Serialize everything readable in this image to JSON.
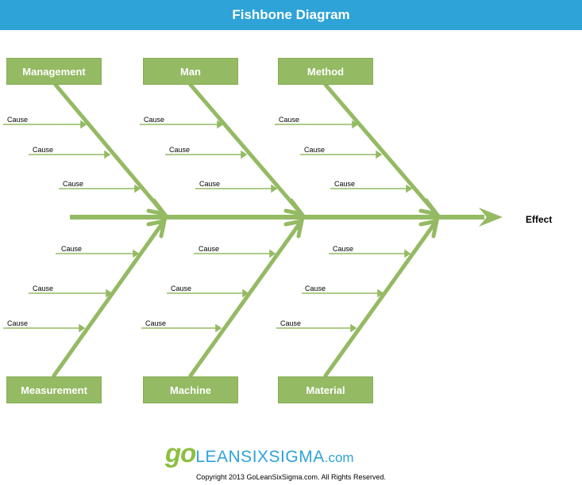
{
  "title": "Fishbone Diagram",
  "effect": "Effect",
  "categories": {
    "top": [
      "Management",
      "Man",
      "Method"
    ],
    "bottom": [
      "Measurement",
      "Machine",
      "Material"
    ]
  },
  "cause_label": "Cause",
  "logo": {
    "go": "go",
    "brand": "LEANSIXSIGMA",
    "suffix": ".com"
  },
  "copyright": "Copyright 2013 GoLeanSixSigma.com. All Rights Reserved.",
  "colors": {
    "header": "#2ea3d8",
    "bone": "#94ba63",
    "box": "#94ba63"
  }
}
